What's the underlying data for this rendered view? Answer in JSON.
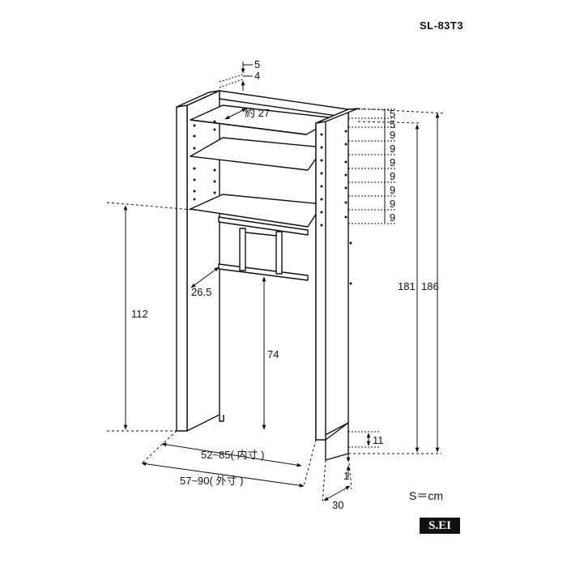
{
  "model_number": "SL-83T3",
  "unit_note": "S＝cm",
  "brand_logo": "S.EI",
  "dimensions": {
    "top_small_1": "5",
    "top_small_2": "4",
    "shelf_depth_approx": "約 27",
    "inner_depth": "26.5",
    "height_under_shelf_outer": "112",
    "height_under_shelf_inner": "74",
    "inner_width": "52~85( 内寸 )",
    "outer_width": "57~90( 外寸 )",
    "depth": "30",
    "foot_gap": "1",
    "base_height": "11",
    "height_inner": "181",
    "height_total": "186",
    "pitch_labels": [
      "5",
      "5",
      "9",
      "9",
      "9",
      "9",
      "9",
      "9",
      "9"
    ]
  }
}
